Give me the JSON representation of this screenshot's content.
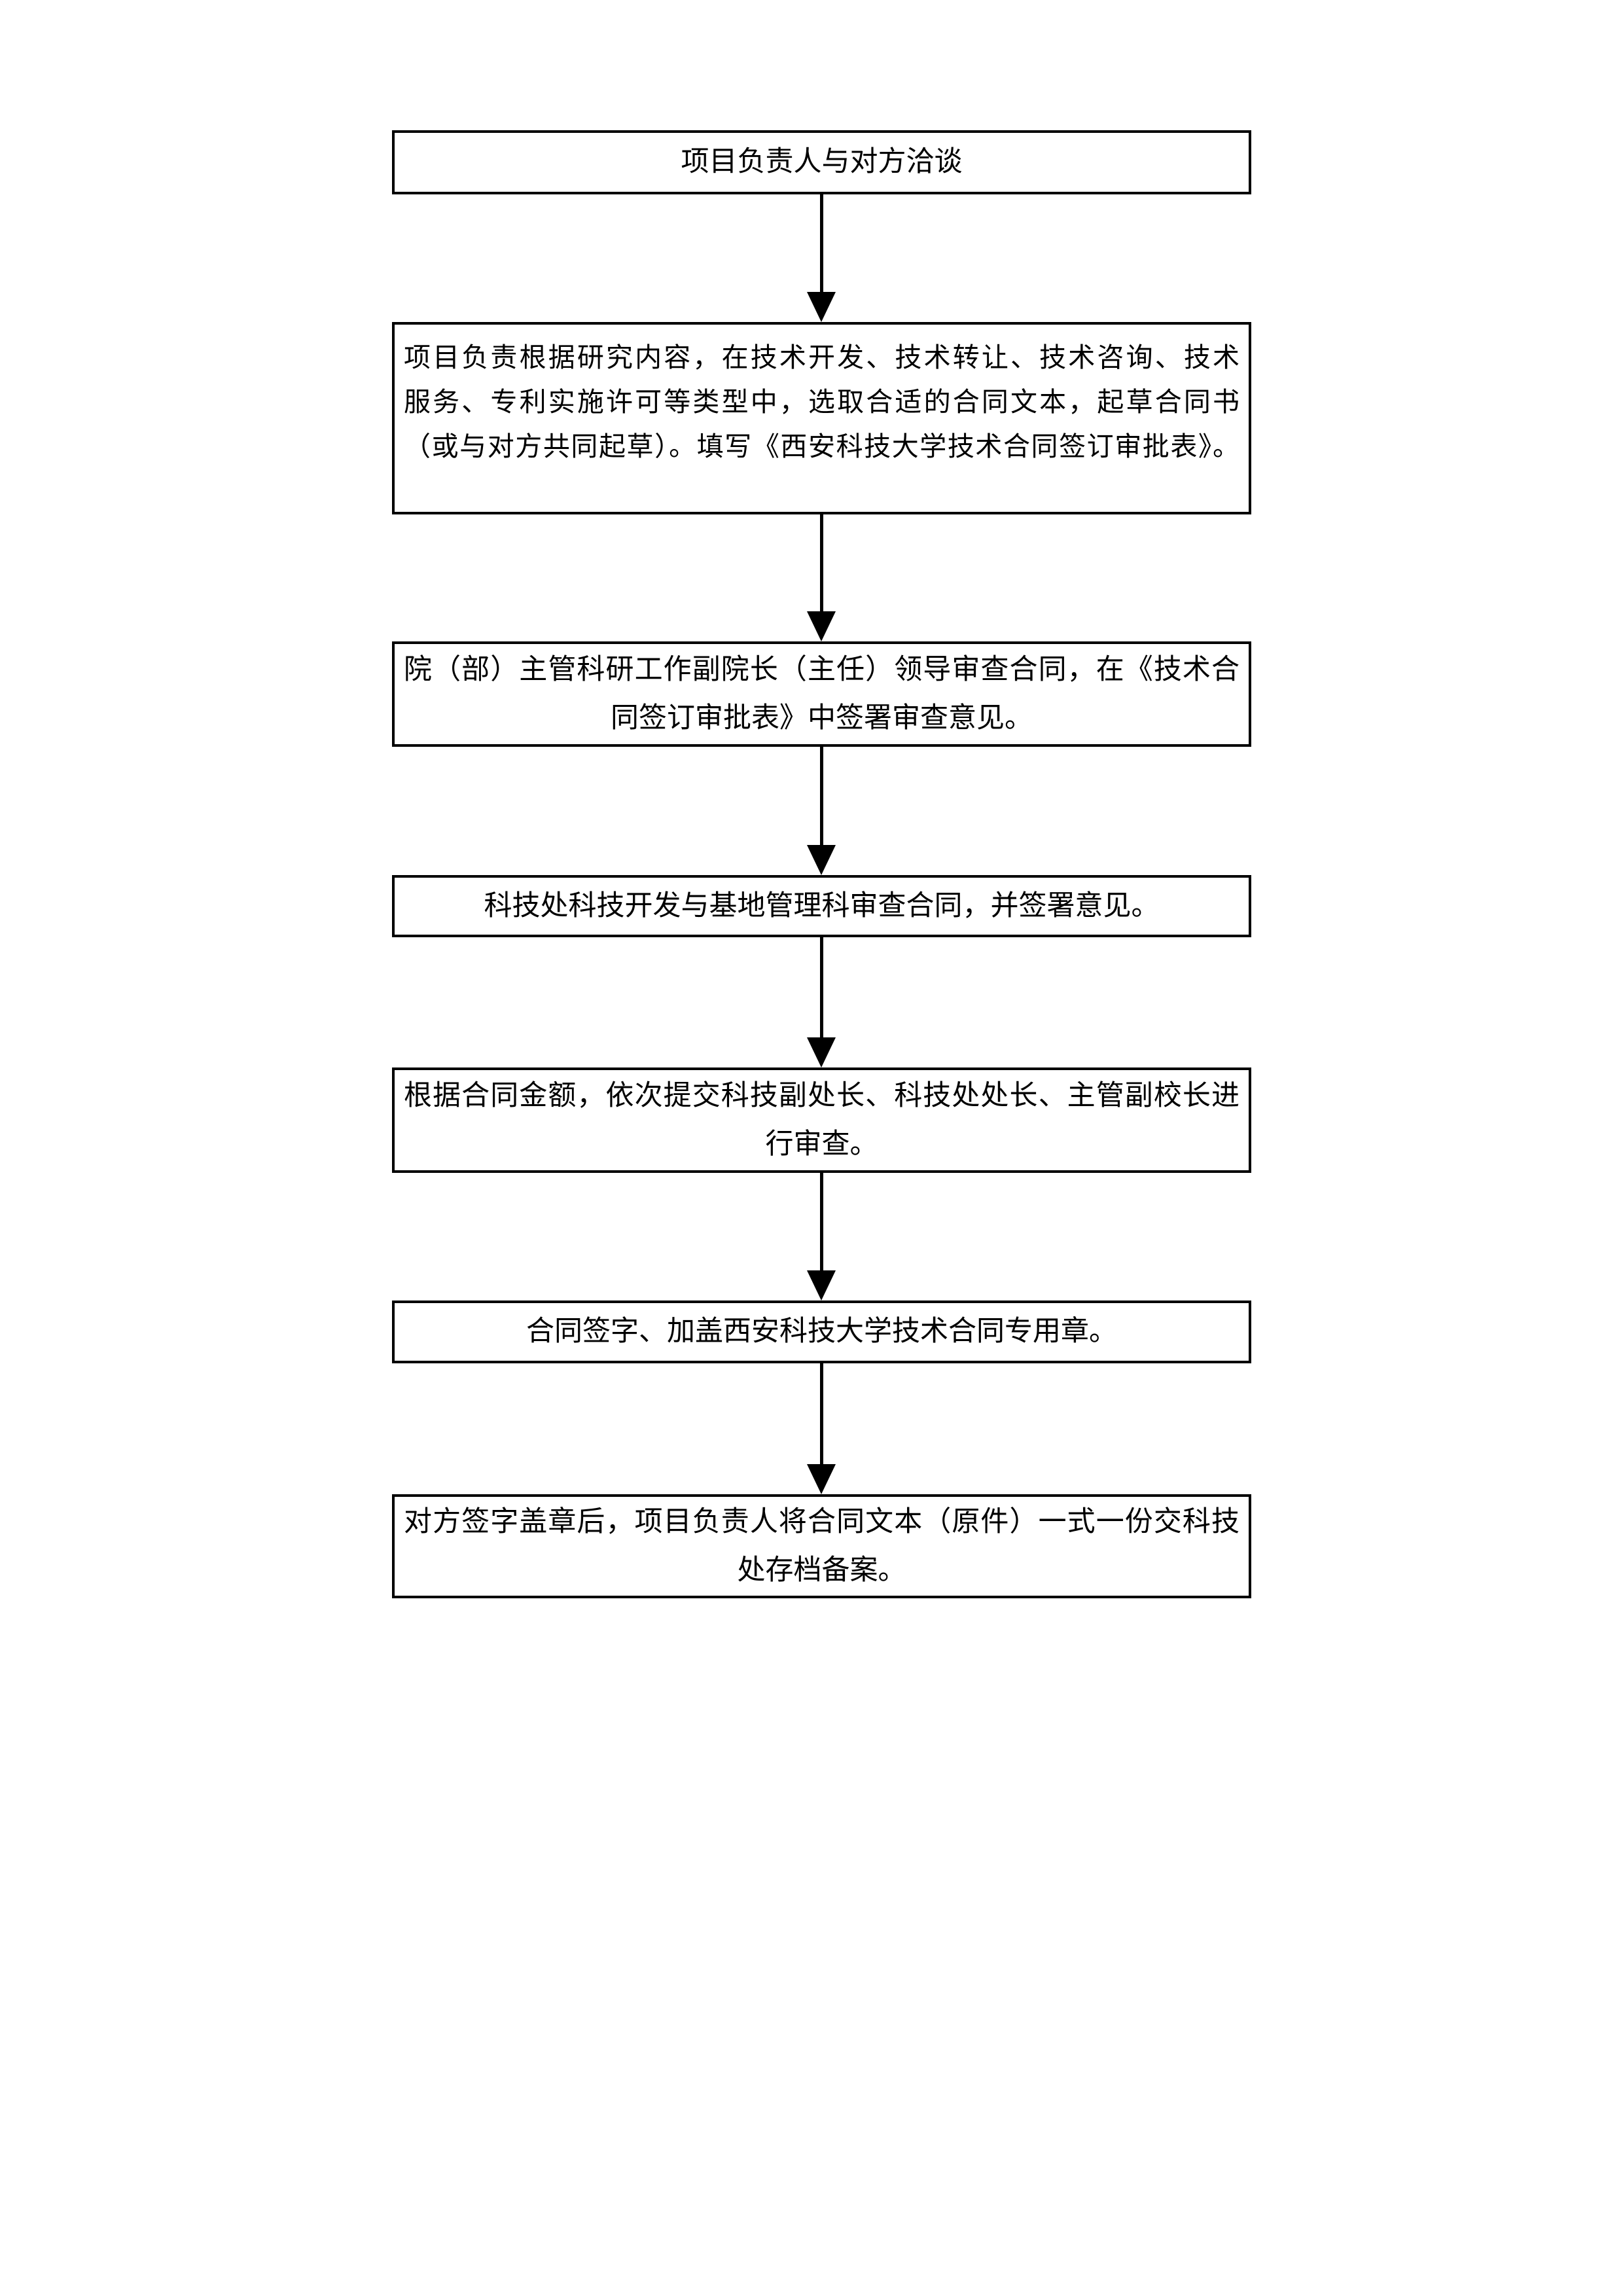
{
  "page": {
    "background_color": "#ffffff"
  },
  "flowchart": {
    "type": "flowchart",
    "direction": "top-down",
    "box_border_color": "#000000",
    "arrow_color": "#000000",
    "text_color": "#000000",
    "nodes": [
      {
        "id": "negotiate",
        "lines": [
          "项目负责人与对方洽谈"
        ]
      },
      {
        "id": "draft-contract",
        "lines": [
          "项目负责根据研究内容，在技术开发、技术转让、技术咨询、技术",
          "服务、专利实施许可等类型中，选取合适的合同文本，起草合同书",
          "（或与对方共同起草）。填写《西安科技大学技术合同签订审批表》。"
        ]
      },
      {
        "id": "college-review",
        "lines": [
          "院（部）主管科研工作副院长（主任）领导审查合同，在《技术合",
          "同签订审批表》中签署审查意见。"
        ]
      },
      {
        "id": "st-office-review",
        "lines": [
          "科技处科技开发与基地管理科审查合同，并签署意见。"
        ]
      },
      {
        "id": "amount-based-review",
        "lines": [
          "根据合同金额，依次提交科技副处长、科技处处长、主管副校长进",
          "行审查。"
        ]
      },
      {
        "id": "sign-and-seal",
        "lines": [
          "合同签字、加盖西安科技大学技术合同专用章。"
        ]
      },
      {
        "id": "archive",
        "lines": [
          "对方签字盖章后，项目负责人将合同文本（原件）一式一份交科技",
          "处存档备案。"
        ]
      }
    ],
    "edges": [
      {
        "from": "negotiate",
        "to": "draft-contract"
      },
      {
        "from": "draft-contract",
        "to": "college-review"
      },
      {
        "from": "college-review",
        "to": "st-office-review"
      },
      {
        "from": "st-office-review",
        "to": "amount-based-review"
      },
      {
        "from": "amount-based-review",
        "to": "sign-and-seal"
      },
      {
        "from": "sign-and-seal",
        "to": "archive"
      }
    ]
  }
}
